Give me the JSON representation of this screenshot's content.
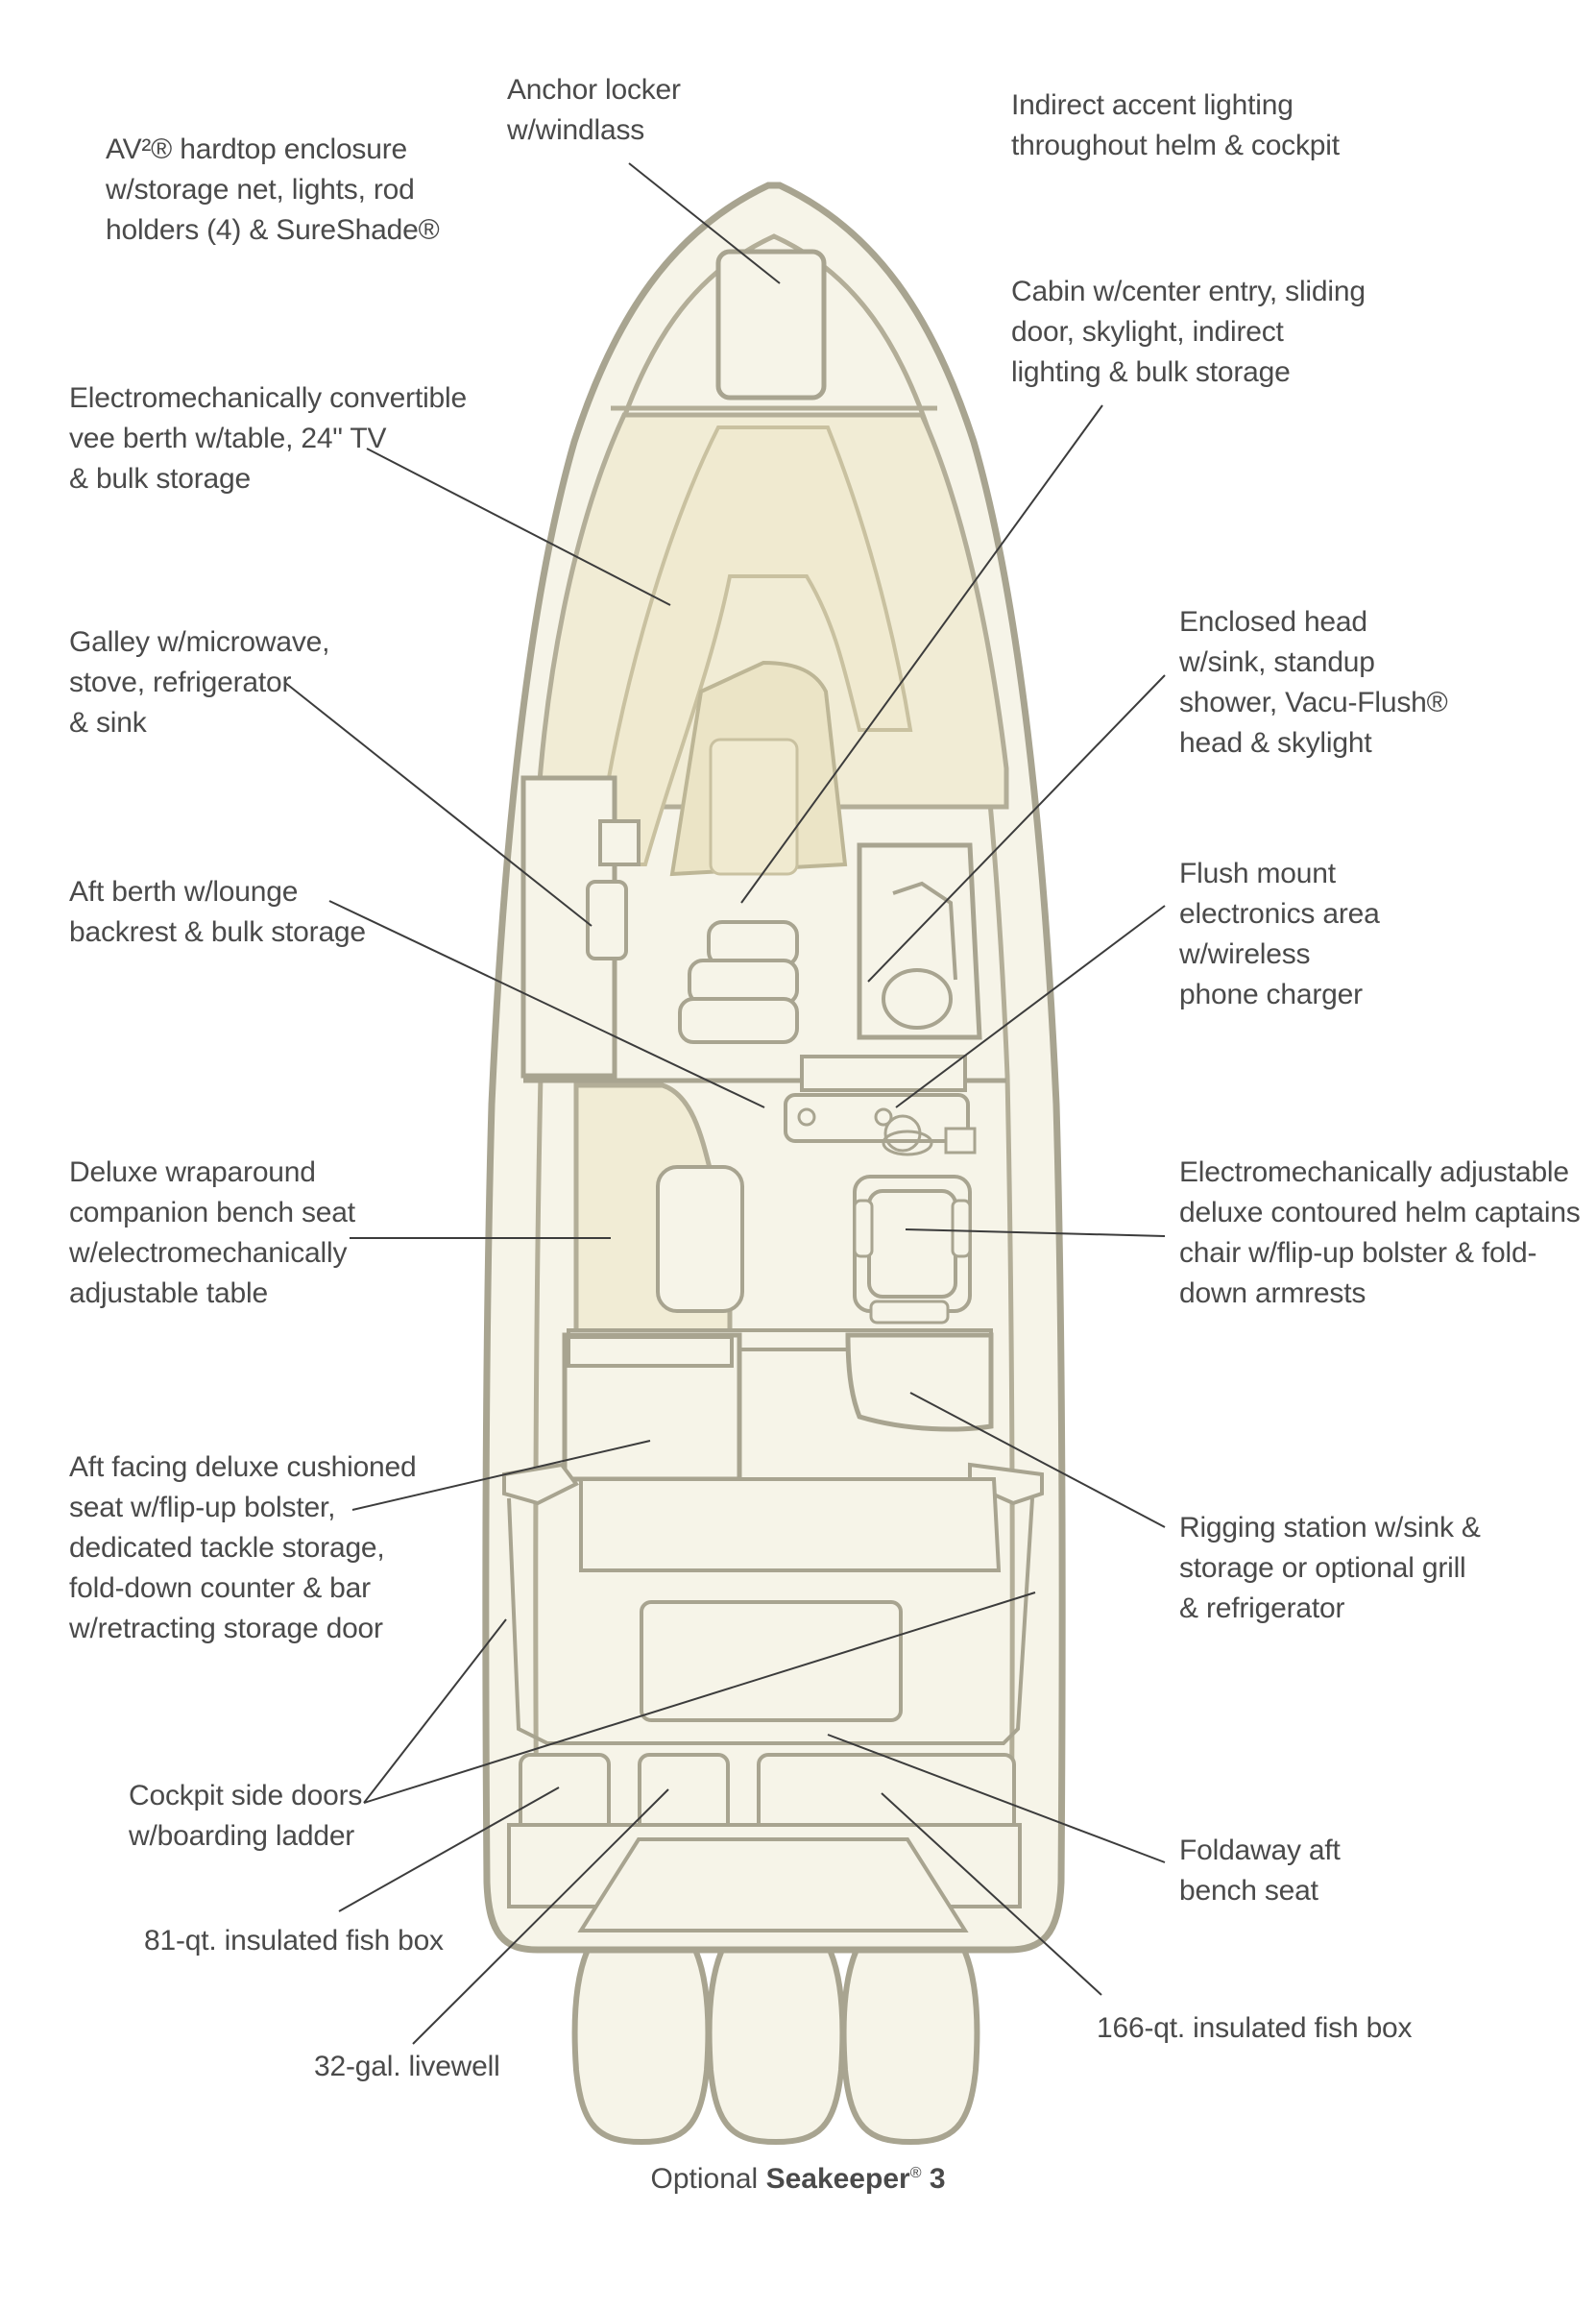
{
  "callouts": [
    {
      "id": "anchor-locker",
      "lines": [
        "Anchor locker",
        "w/windlass"
      ]
    },
    {
      "id": "hardtop",
      "lines": [
        "AV²® hardtop enclosure",
        "w/storage net, lights, rod",
        "holders (4) & SureShade®"
      ]
    },
    {
      "id": "accent-lighting",
      "lines": [
        "Indirect accent lighting",
        "throughout helm & cockpit"
      ]
    },
    {
      "id": "cabin",
      "lines": [
        "Cabin w/center entry, sliding",
        "door, skylight, indirect",
        "lighting & bulk storage"
      ]
    },
    {
      "id": "vee-berth",
      "lines": [
        "Electromechanically convertible",
        "vee berth w/table, 24\" TV",
        "& bulk storage"
      ]
    },
    {
      "id": "enclosed-head",
      "lines": [
        "Enclosed head",
        "w/sink, standup",
        "shower, Vacu-Flush®",
        "head & skylight"
      ]
    },
    {
      "id": "galley",
      "lines": [
        "Galley w/microwave,",
        "stove, refrigerator",
        "& sink"
      ]
    },
    {
      "id": "aft-berth",
      "lines": [
        "Aft berth w/lounge",
        "backrest & bulk storage"
      ]
    },
    {
      "id": "electronics",
      "lines": [
        "Flush mount",
        "electronics area",
        "w/wireless",
        "phone charger"
      ]
    },
    {
      "id": "companion-seat",
      "lines": [
        "Deluxe wraparound",
        "companion bench seat",
        "w/electromechanically",
        "adjustable table"
      ]
    },
    {
      "id": "helm-chair",
      "lines": [
        "Electromechanically adjustable",
        "deluxe contoured helm captains",
        "chair w/flip-up bolster & fold-",
        "down armrests"
      ]
    },
    {
      "id": "aft-facing-seat",
      "lines": [
        "Aft facing deluxe cushioned",
        "seat w/flip-up bolster,",
        "dedicated tackle storage,",
        "fold-down counter & bar",
        "w/retracting storage door"
      ]
    },
    {
      "id": "rigging-station",
      "lines": [
        "Rigging station w/sink &",
        "storage or optional grill",
        "& refrigerator"
      ]
    },
    {
      "id": "side-doors",
      "lines": [
        "Cockpit side doors",
        "w/boarding ladder"
      ]
    },
    {
      "id": "aft-bench",
      "lines": [
        "Foldaway aft",
        "bench seat"
      ]
    },
    {
      "id": "fish-box-81",
      "lines": [
        "81-qt. insulated fish box"
      ]
    },
    {
      "id": "livewell",
      "lines": [
        "32-gal. livewell"
      ]
    },
    {
      "id": "fish-box-166",
      "lines": [
        "166-qt. insulated fish box"
      ]
    }
  ],
  "footer": {
    "prefix": "Optional ",
    "brand": "Seakeeper",
    "reg": "®",
    "suffix": " 3"
  },
  "colors": {
    "hull_fill": "#f6f4e8",
    "hull_stroke": "#a8a490",
    "cabin_fill": "#f1ecd5",
    "text": "#4a4a4a",
    "leader": "#3c3c3c"
  }
}
